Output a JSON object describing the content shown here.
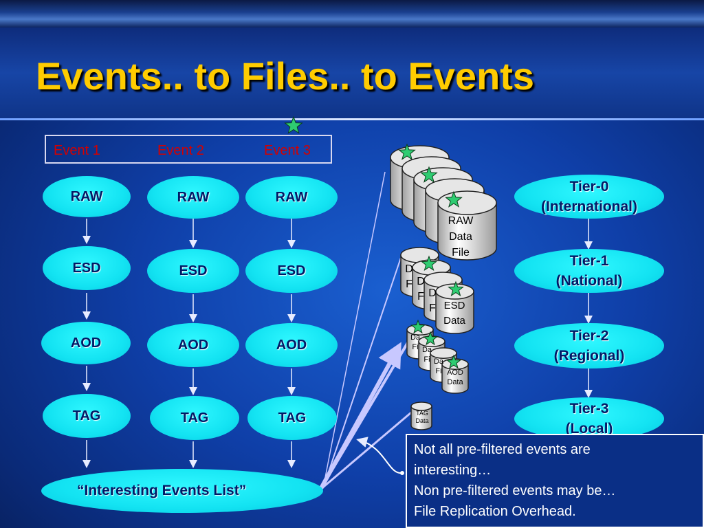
{
  "title": "Events.. to Files.. to Events",
  "events": [
    "Event 1",
    "Event 2",
    "Event 3"
  ],
  "columns": [
    {
      "raw": "RAW",
      "esd": "ESD",
      "aod": "AOD",
      "tag": "TAG"
    },
    {
      "raw": "RAW",
      "esd": "ESD",
      "aod": "AOD",
      "tag": "TAG"
    },
    {
      "raw": "RAW",
      "esd": "ESD",
      "aod": "AOD",
      "tag": "TAG"
    }
  ],
  "interesting_list": "“Interesting Events List”",
  "files": {
    "raw": [
      "RAW",
      "Data",
      "File"
    ],
    "esd": [
      "ESD",
      "Data"
    ],
    "esd_partial": [
      "D",
      "F"
    ],
    "aod": [
      "AOD",
      "Data"
    ],
    "aod_partial": [
      "Da",
      "Fi"
    ],
    "tag": [
      "TAG",
      "Data"
    ]
  },
  "tiers": [
    {
      "line1": "Tier-0",
      "line2": "(International)"
    },
    {
      "line1": "Tier-1",
      "line2": "(National)"
    },
    {
      "line1": "Tier-2",
      "line2": "(Regional)"
    },
    {
      "line1": "Tier-3",
      "line2": "(Local)"
    }
  ],
  "note": [
    "Not all pre-filtered events are",
    "interesting…",
    "Non pre-filtered events may be…",
    "File Replication Overhead."
  ],
  "colors": {
    "title": "#ffcc00",
    "oval": "#13e3f2",
    "event_label": "#d40000",
    "star": "#2ecc71"
  }
}
